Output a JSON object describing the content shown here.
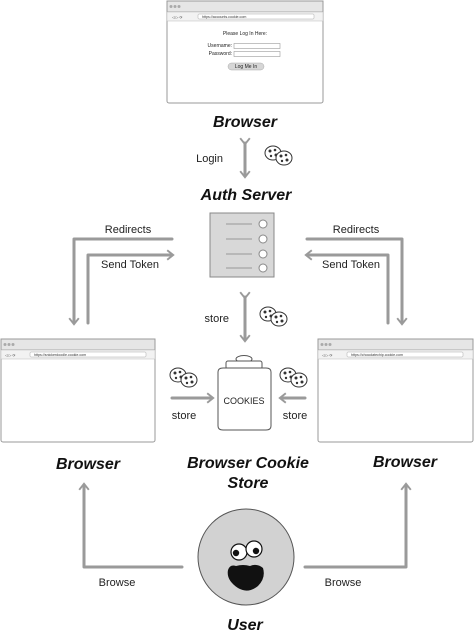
{
  "browser_top": {
    "url": "https://accounts.cookie.com",
    "heading": "Please Log In Here:",
    "username_label": "Username:",
    "password_label": "Password:",
    "button_label": "Log Me In",
    "caption": "Browser"
  },
  "auth_server": {
    "caption": "Auth Server"
  },
  "browser_left": {
    "url": "https://snickerdoodle.cookie.com",
    "caption": "Browser"
  },
  "browser_right": {
    "url": "https://chocolatechip.cookie.com",
    "caption": "Browser"
  },
  "cookie_store": {
    "jar_label": "COOKIES",
    "caption_line1": "Browser Cookie",
    "caption_line2": "Store"
  },
  "user": {
    "caption": "User"
  },
  "edges": {
    "login": "Login",
    "redirects_left": "Redirects",
    "send_token_left": "Send Token",
    "redirects_right": "Redirects",
    "send_token_right": "Send Token",
    "store_center": "store",
    "store_left": "store",
    "store_right": "store",
    "browse_left": "Browse",
    "browse_right": "Browse"
  }
}
